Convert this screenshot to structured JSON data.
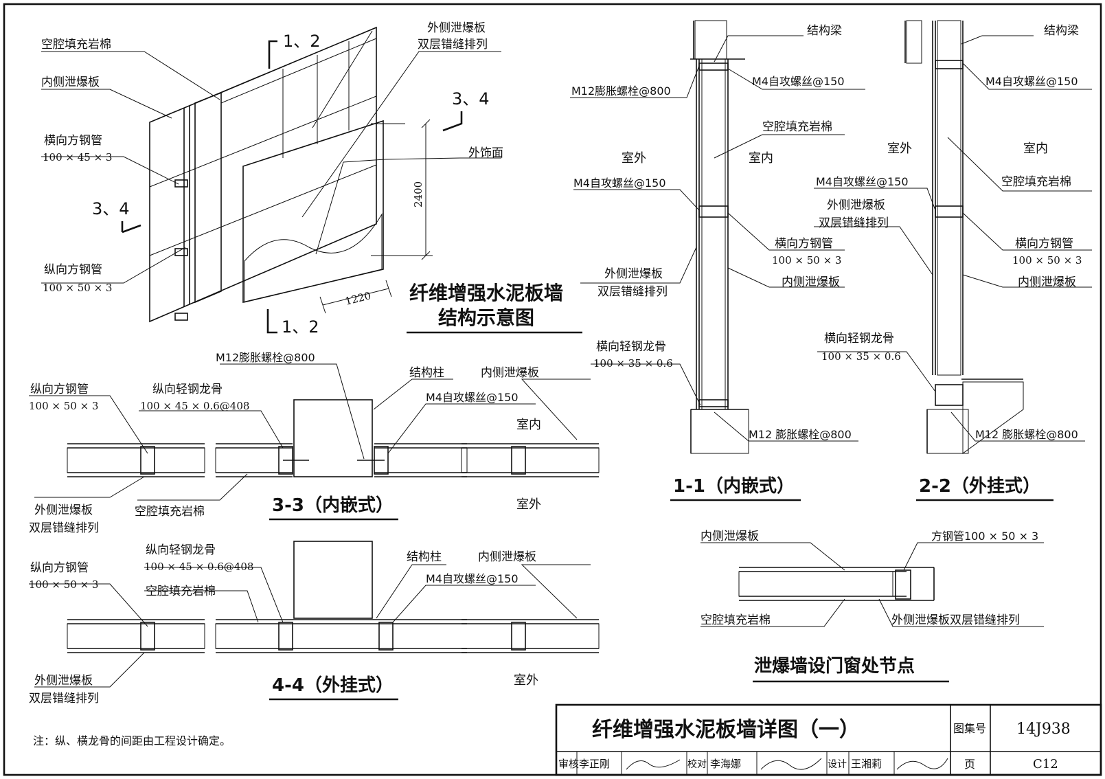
{
  "iso": {
    "label_cavity": "空腔填充岩棉",
    "label_inner_board": "内侧泄爆板",
    "label_h_tube": "横向方钢管",
    "label_h_tube_dim": "100 × 45 × 3",
    "label_v_tube": "纵向方钢管",
    "label_v_tube_dim": "100 × 50 × 3",
    "label_outer_board": "外侧泄爆板",
    "label_outer_board_2": "双层错缝排列",
    "label_finish": "外饰面",
    "sec12_top": "1、2",
    "sec12_bottom": "1、2",
    "sec34_right": "3、4",
    "sec34_left": "3、4",
    "dim_height": "2400",
    "dim_width": "1220",
    "title_1": "纤维增强水泥板墙",
    "title_2": "结构示意图"
  },
  "sec11": {
    "beam": "结构梁",
    "screw_top": "M4自攻螺丝@150",
    "bolt_top": "M12膨胀螺栓@800",
    "cavity": "空腔填充岩棉",
    "outdoor": "室外",
    "indoor": "室内",
    "screw_mid": "M4自攻螺丝@150",
    "h_tube": "横向方钢管",
    "h_tube_dim": "100 × 50 × 3",
    "outer_board": "外侧泄爆板",
    "outer_board_2": "双层错缝排列",
    "inner_board": "内侧泄爆板",
    "keel": "横向轻钢龙骨",
    "keel_dim": "100 × 35 × 0.6",
    "bolt_bottom": "M12 膨胀螺栓@800",
    "title": "1-1（内嵌式）"
  },
  "sec22": {
    "beam": "结构梁",
    "screw_top": "M4自攻螺丝@150",
    "outdoor": "室外",
    "indoor": "室内",
    "screw_mid": "M4自攻螺丝@150",
    "cavity": "空腔填充岩棉",
    "outer_board": "外侧泄爆板",
    "outer_board_2": "双层错缝排列",
    "h_tube": "横向方钢管",
    "h_tube_dim": "100 × 50 × 3",
    "inner_board": "内侧泄爆板",
    "keel": "横向轻钢龙骨",
    "keel_dim": "100 × 35 × 0.6",
    "bolt_bottom": "M12 膨胀螺栓@800",
    "title": "2-2（外挂式）"
  },
  "sec33": {
    "bolt": "M12膨胀螺栓@800",
    "v_tube": "纵向方钢管",
    "v_tube_dim": "100 × 50 × 3",
    "v_keel": "纵向轻钢龙骨",
    "v_keel_dim": "100 × 45 × 0.6@408",
    "column": "结构柱",
    "inner_board": "内侧泄爆板",
    "screw": "M4自攻螺丝@150",
    "indoor": "室内",
    "outdoor": "室外",
    "outer_board": "外侧泄爆板",
    "outer_board_2": "双层错缝排列",
    "cavity": "空腔填充岩棉",
    "title": "3-3（内嵌式）"
  },
  "sec44": {
    "v_tube": "纵向方钢管",
    "v_tube_dim": "100 × 50 × 3",
    "v_keel": "纵向轻钢龙骨",
    "v_keel_dim": "100 × 45 × 0.6@408",
    "cavity": "空腔填充岩棉",
    "column": "结构柱",
    "inner_board": "内侧泄爆板",
    "screw": "M4自攻螺丝@150",
    "outer_board": "外侧泄爆板",
    "outer_board_2": "双层错缝排列",
    "outdoor": "室外",
    "title": "4-4（外挂式）"
  },
  "door_node": {
    "inner_board": "内侧泄爆板",
    "tube": "方钢管100 × 50 × 3",
    "cavity": "空腔填充岩棉",
    "outer_board": "外侧泄爆板双层错缝排列",
    "title": "泄爆墙设门窗处节点"
  },
  "note": "注：纵、横龙骨的间距由工程设计确定。",
  "title_block": {
    "title": "纤维增强水泥板墙详图（一）",
    "atlas_label": "图集号",
    "atlas_no": "14J938",
    "page_label": "页",
    "page_no": "C12",
    "review_label": "审核",
    "reviewer": "李正刚",
    "check_label": "校对",
    "checker": "李海娜",
    "design_label": "设计",
    "designer": "王湘莉"
  }
}
